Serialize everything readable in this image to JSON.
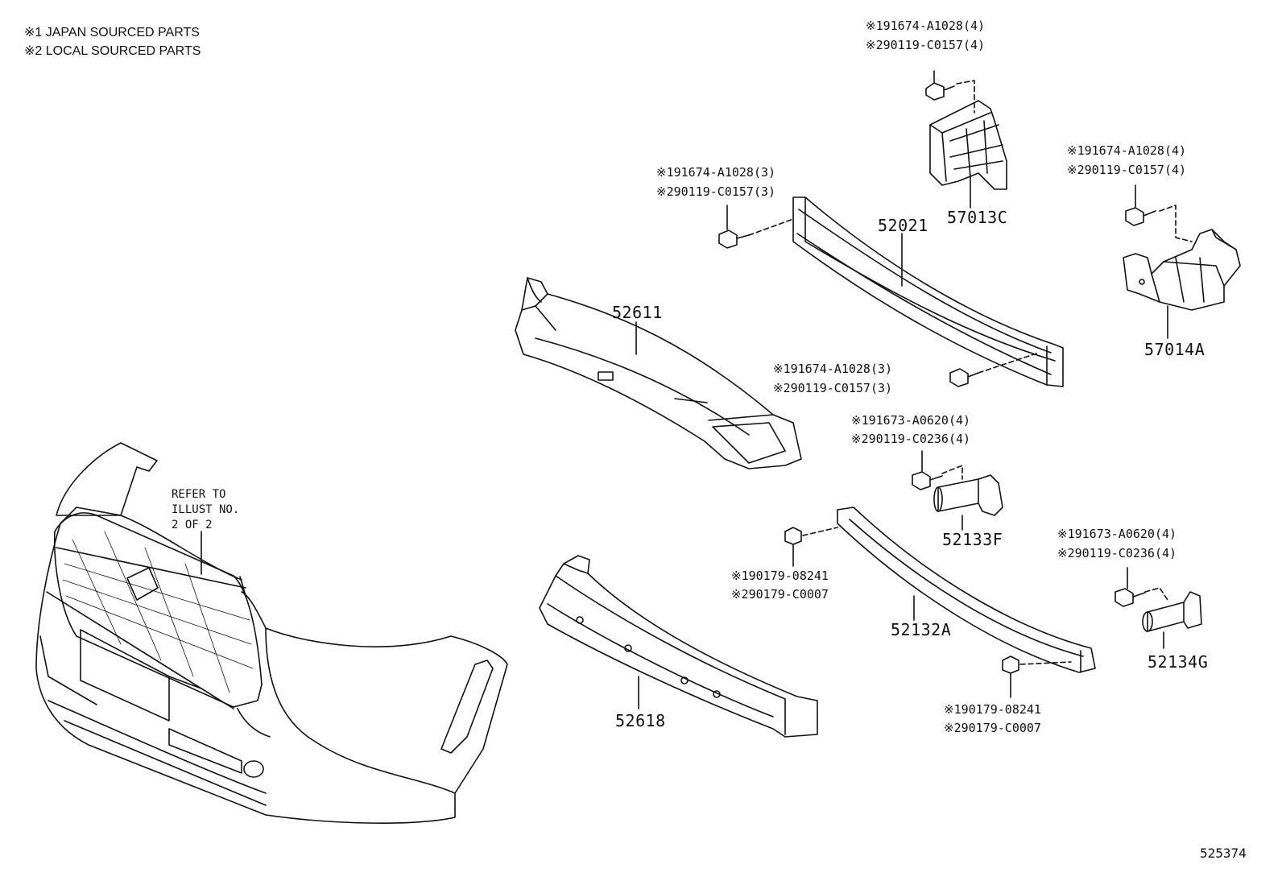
{
  "notes": [
    "※1 JAPAN SOURCED PARTS",
    "※2 LOCAL SOURCED PARTS"
  ],
  "refer_text": "REFER TO\nILLUST NO.\n2 OF 2",
  "part_numbers": {
    "p57013C": "57013C",
    "p52021": "52021",
    "p57014A": "57014A",
    "p52611": "52611",
    "p52133F": "52133F",
    "p52132A": "52132A",
    "p52134G": "52134G",
    "p52618": "52618"
  },
  "fasteners": {
    "top_center_1": "※191674-A1028(4)",
    "top_center_2": "※290119-C0157(4)",
    "left_beam_1": "※191674-A1028(3)",
    "left_beam_2": "※290119-C0157(3)",
    "right_bracket_1": "※191674-A1028(4)",
    "right_bracket_2": "※290119-C0157(4)",
    "right_beam_1": "※191674-A1028(3)",
    "right_beam_2": "※290119-C0157(3)",
    "absorber_f_1": "※191673-A0620(4)",
    "absorber_f_2": "※290119-C0236(4)",
    "absorber_g_1": "※191673-A0620(4)",
    "absorber_g_2": "※290119-C0236(4)",
    "nut_upper_1": "※190179-08241",
    "nut_upper_2": "※290179-C0007",
    "nut_lower_1": "※190179-08241",
    "nut_lower_2": "※290179-C0007"
  },
  "illustration_number": "525374"
}
